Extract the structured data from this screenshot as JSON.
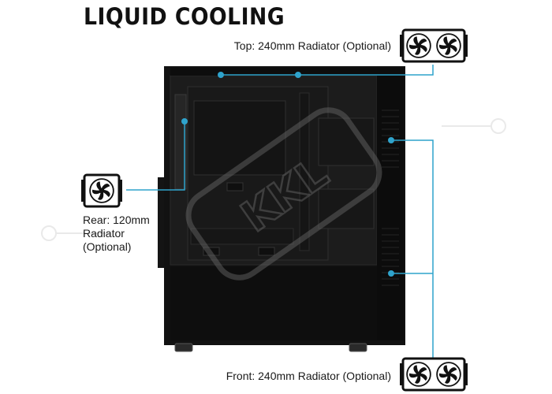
{
  "heading": {
    "title": "LIQUID COOLING"
  },
  "callouts": {
    "top": "Top: 240mm Radiator (Optional)",
    "rear": [
      "Rear: 120mm",
      "Radiator",
      "(Optional)"
    ],
    "front": "Front: 240mm Radiator (Optional)"
  },
  "colors": {
    "accent": "#2fa3cc",
    "case_body": "#121212",
    "interior": "#1c1c1c"
  },
  "icons": {
    "top": "dual-fan-radiator-icon",
    "rear": "single-fan-radiator-icon",
    "front": "dual-fan-radiator-icon",
    "watermark": "kkl-watermark-icon"
  }
}
